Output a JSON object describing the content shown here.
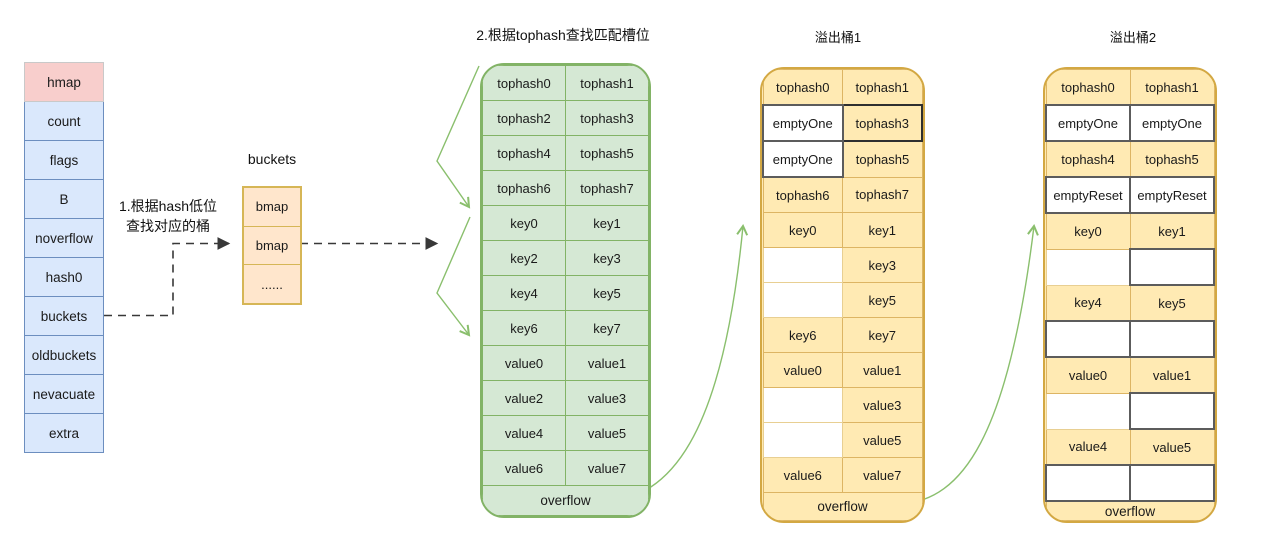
{
  "labels": {
    "step1_line1": "1.根据hash低位",
    "step1_line2": "查找对应的桶",
    "step2_title": "2.根据tophash查找匹配槽位",
    "buckets_label": "buckets",
    "overflow1_title": "溢出桶1",
    "overflow2_title": "溢出桶2"
  },
  "colors": {
    "struct_fill": "#dae8fc",
    "struct_border": "#6c8ebf",
    "struct_head_fill": "#f8cecc",
    "bmap_fill": "#ffe6cc",
    "bmap_border": "#d6b656",
    "green_fill": "#d5e8d4",
    "green_border": "#82b366",
    "yellow_fill": "#ffeab3",
    "yellow_border": "#d3a843",
    "empty_cell_fill": "#ffffff",
    "marked_border": "#2f2f2f",
    "arrow_green": "#8abf6d",
    "arrow_dark": "#383838"
  },
  "hmap_struct": {
    "rows": [
      {
        "cells": [
          {
            "t": "hmap",
            "s": "head"
          }
        ]
      },
      {
        "cells": [
          {
            "t": "count"
          }
        ]
      },
      {
        "cells": [
          {
            "t": "flags"
          }
        ]
      },
      {
        "cells": [
          {
            "t": "B"
          }
        ]
      },
      {
        "cells": [
          {
            "t": "noverflow"
          }
        ]
      },
      {
        "cells": [
          {
            "t": "hash0"
          }
        ]
      },
      {
        "cells": [
          {
            "t": "buckets"
          }
        ]
      },
      {
        "cells": [
          {
            "t": "oldbuckets"
          }
        ]
      },
      {
        "cells": [
          {
            "t": "nevacuate"
          }
        ]
      },
      {
        "cells": [
          {
            "t": "extra"
          }
        ]
      }
    ]
  },
  "buckets_array": {
    "rows": [
      {
        "cells": [
          {
            "t": "bmap"
          }
        ]
      },
      {
        "cells": [
          {
            "t": "bmap"
          }
        ]
      },
      {
        "cells": [
          {
            "t": "......"
          }
        ]
      }
    ]
  },
  "main_bucket": {
    "rows": [
      {
        "cells": [
          {
            "t": "tophash0"
          },
          {
            "t": "tophash1"
          }
        ]
      },
      {
        "cells": [
          {
            "t": "tophash2"
          },
          {
            "t": "tophash3"
          }
        ]
      },
      {
        "cells": [
          {
            "t": "tophash4"
          },
          {
            "t": "tophash5"
          }
        ]
      },
      {
        "cells": [
          {
            "t": "tophash6"
          },
          {
            "t": "tophash7"
          }
        ]
      },
      {
        "cells": [
          {
            "t": "key0"
          },
          {
            "t": "key1"
          }
        ]
      },
      {
        "cells": [
          {
            "t": "key2"
          },
          {
            "t": "key3"
          }
        ]
      },
      {
        "cells": [
          {
            "t": "key4"
          },
          {
            "t": "key5"
          }
        ]
      },
      {
        "cells": [
          {
            "t": "key6"
          },
          {
            "t": "key7"
          }
        ]
      },
      {
        "cells": [
          {
            "t": "value0"
          },
          {
            "t": "value1"
          }
        ]
      },
      {
        "cells": [
          {
            "t": "value2"
          },
          {
            "t": "value3"
          }
        ]
      },
      {
        "cells": [
          {
            "t": "value4"
          },
          {
            "t": "value5"
          }
        ]
      },
      {
        "cells": [
          {
            "t": "value6"
          },
          {
            "t": "value7"
          }
        ]
      },
      {
        "span": "overflow"
      }
    ]
  },
  "overflow_bucket_1": {
    "rows": [
      {
        "cells": [
          {
            "t": "tophash0"
          },
          {
            "t": "tophash1"
          }
        ]
      },
      {
        "cells": [
          {
            "t": "emptyOne",
            "s": "cleared"
          },
          {
            "t": "tophash3",
            "s": "marked"
          }
        ]
      },
      {
        "cells": [
          {
            "t": "emptyOne",
            "s": "cleared"
          },
          {
            "t": "tophash5"
          }
        ]
      },
      {
        "cells": [
          {
            "t": "tophash6"
          },
          {
            "t": "tophash7"
          }
        ]
      },
      {
        "cells": [
          {
            "t": "key0"
          },
          {
            "t": "key1"
          }
        ]
      },
      {
        "cells": [
          {
            "t": "",
            "s": "soft"
          },
          {
            "t": "key3"
          }
        ]
      },
      {
        "cells": [
          {
            "t": "",
            "s": "soft"
          },
          {
            "t": "key5"
          }
        ]
      },
      {
        "cells": [
          {
            "t": "key6"
          },
          {
            "t": "key7"
          }
        ]
      },
      {
        "cells": [
          {
            "t": "value0"
          },
          {
            "t": "value1"
          }
        ]
      },
      {
        "cells": [
          {
            "t": "",
            "s": "soft"
          },
          {
            "t": "value3"
          }
        ]
      },
      {
        "cells": [
          {
            "t": "",
            "s": "soft"
          },
          {
            "t": "value5"
          }
        ]
      },
      {
        "cells": [
          {
            "t": "value6"
          },
          {
            "t": "value7"
          }
        ]
      },
      {
        "span": "overflow"
      }
    ]
  },
  "overflow_bucket_2": {
    "rows": [
      {
        "cells": [
          {
            "t": "tophash0"
          },
          {
            "t": "tophash1"
          }
        ]
      },
      {
        "cells": [
          {
            "t": "emptyOne",
            "s": "cleared"
          },
          {
            "t": "emptyOne",
            "s": "cleared"
          }
        ]
      },
      {
        "cells": [
          {
            "t": "tophash4"
          },
          {
            "t": "tophash5"
          }
        ]
      },
      {
        "cells": [
          {
            "t": "emptyReset",
            "s": "cleared"
          },
          {
            "t": "emptyReset",
            "s": "cleared"
          }
        ]
      },
      {
        "cells": [
          {
            "t": "key0"
          },
          {
            "t": "key1"
          }
        ]
      },
      {
        "cells": [
          {
            "t": "",
            "s": "soft"
          },
          {
            "t": "",
            "s": "cleared"
          }
        ]
      },
      {
        "cells": [
          {
            "t": "key4"
          },
          {
            "t": "key5"
          }
        ]
      },
      {
        "cells": [
          {
            "t": "",
            "s": "cleared"
          },
          {
            "t": "",
            "s": "cleared"
          }
        ]
      },
      {
        "cells": [
          {
            "t": "value0"
          },
          {
            "t": "value1"
          }
        ]
      },
      {
        "cells": [
          {
            "t": "",
            "s": "soft"
          },
          {
            "t": "",
            "s": "cleared"
          }
        ]
      },
      {
        "cells": [
          {
            "t": "value4"
          },
          {
            "t": "value5"
          }
        ]
      },
      {
        "cells": [
          {
            "t": "",
            "s": "cleared"
          },
          {
            "t": "",
            "s": "cleared"
          }
        ]
      },
      {
        "span": "overflow"
      }
    ]
  }
}
